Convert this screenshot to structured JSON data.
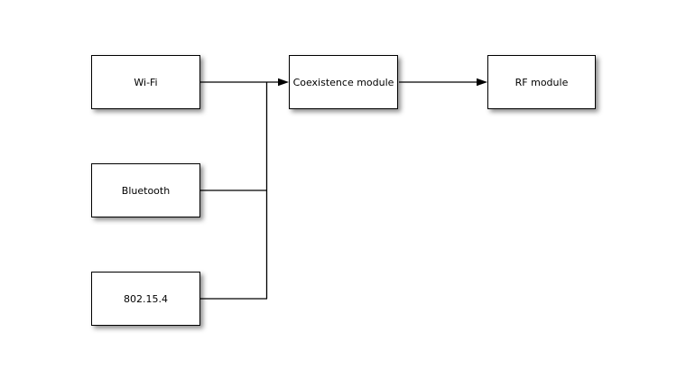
{
  "diagram": {
    "nodes": {
      "wifi": {
        "label": "Wi-Fi"
      },
      "bluetooth": {
        "label": "Bluetooth"
      },
      "zigbee": {
        "label": "802.15.4"
      },
      "coexistence": {
        "label": "Coexistence module"
      },
      "rf": {
        "label": "RF module"
      }
    },
    "edges": [
      {
        "from": "Wi-Fi",
        "to": "Coexistence module",
        "arrow": true
      },
      {
        "from": "Bluetooth",
        "to": "Coexistence module",
        "arrow": true
      },
      {
        "from": "802.15.4",
        "to": "Coexistence module",
        "arrow": true
      },
      {
        "from": "Coexistence module",
        "to": "RF module",
        "arrow": true
      }
    ],
    "colors": {
      "background": "#ffffff",
      "node_fill": "#ffffff",
      "node_border": "#000000",
      "line": "#000000",
      "text": "#000000"
    }
  }
}
